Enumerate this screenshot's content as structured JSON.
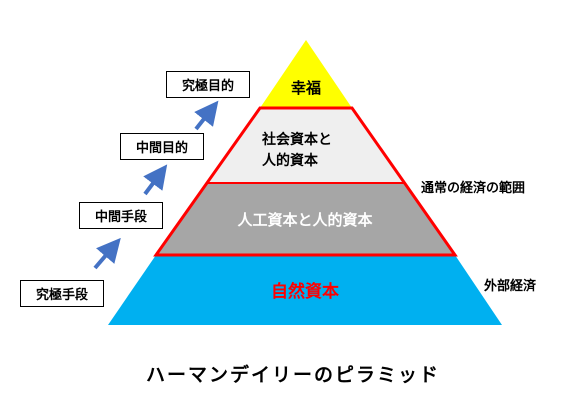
{
  "title": "ハーマンデイリーのピラミッド",
  "pyramid": {
    "tiers": [
      {
        "label": "幸福",
        "color": "#ffff00"
      },
      {
        "label_line1": "社会資本と",
        "label_line2": "人的資本",
        "color": "#efefef"
      },
      {
        "label": "人工資本と人的資本",
        "color": "#a6a6a6"
      },
      {
        "label": "自然資本",
        "color": "#00b0f0"
      }
    ],
    "outline_color": "#ff0000"
  },
  "steps": {
    "ultimate_means": "究極手段",
    "intermediate_means": "中間手段",
    "intermediate_ends": "中間目的",
    "ultimate_ends": "究極目的"
  },
  "side_labels": {
    "normal_economy": "通常の経済の範囲",
    "external_economy": "外部経済"
  },
  "colors": {
    "arrow": "#4472c4",
    "natural_capital_text": "#ff0000"
  }
}
